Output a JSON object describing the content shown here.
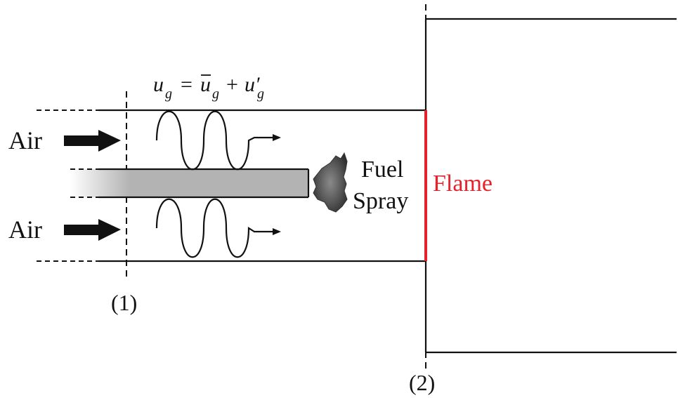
{
  "labels": {
    "air_top": "Air",
    "air_bottom": "Air",
    "fuel_line1": "Fuel",
    "fuel_line2": "Spray",
    "flame": "Flame",
    "station_1": "(1)",
    "station_2": "(2)"
  },
  "equation": {
    "lhs_var": "u",
    "lhs_sub": "g",
    "equals": "=",
    "mean_var": "u",
    "mean_sub": "g",
    "plus": "+",
    "fluct_var": "u′",
    "fluct_sub": "g"
  },
  "colors": {
    "flame": "#e8202a",
    "lines": "#111111",
    "injector_fill": "#b3b3b3",
    "spray": "#555555"
  }
}
